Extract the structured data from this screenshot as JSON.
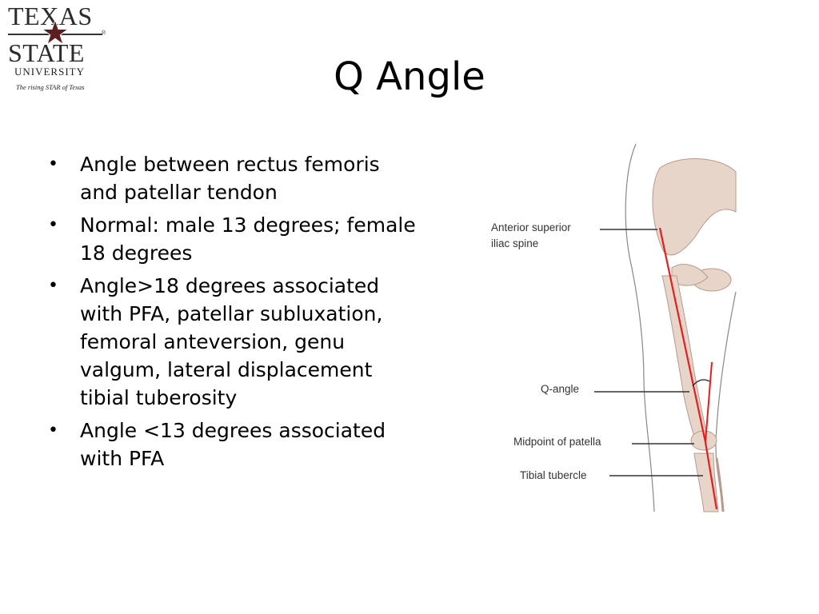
{
  "logo": {
    "line1": "TEXAS",
    "line2": "STATE",
    "reg": "®",
    "university": "UNIVERSITY",
    "tagline": "The rising STAR of Texas",
    "icon": "star-icon",
    "color": "#5b1f1f"
  },
  "slide": {
    "title": "Q Angle",
    "bullets": [
      "Angle between rectus femoris and patellar tendon",
      "Normal: male 13 degrees; female 18 degrees",
      "Angle>18 degrees associated with PFA, patellar subluxation, femoral anteversion, genu valgum, lateral displacement tibial tuberosity",
      "Angle <13 degrees associated with PFA"
    ]
  },
  "figure": {
    "labels": {
      "asis_line1": "Anterior superior",
      "asis_line2": "iliac spine",
      "q_angle": "Q-angle",
      "patella": "Midpoint of patella",
      "tibial": "Tibial tubercle"
    },
    "colors": {
      "bone": "#e8d5c9",
      "line": "#e02020",
      "outline": "#888888"
    }
  }
}
